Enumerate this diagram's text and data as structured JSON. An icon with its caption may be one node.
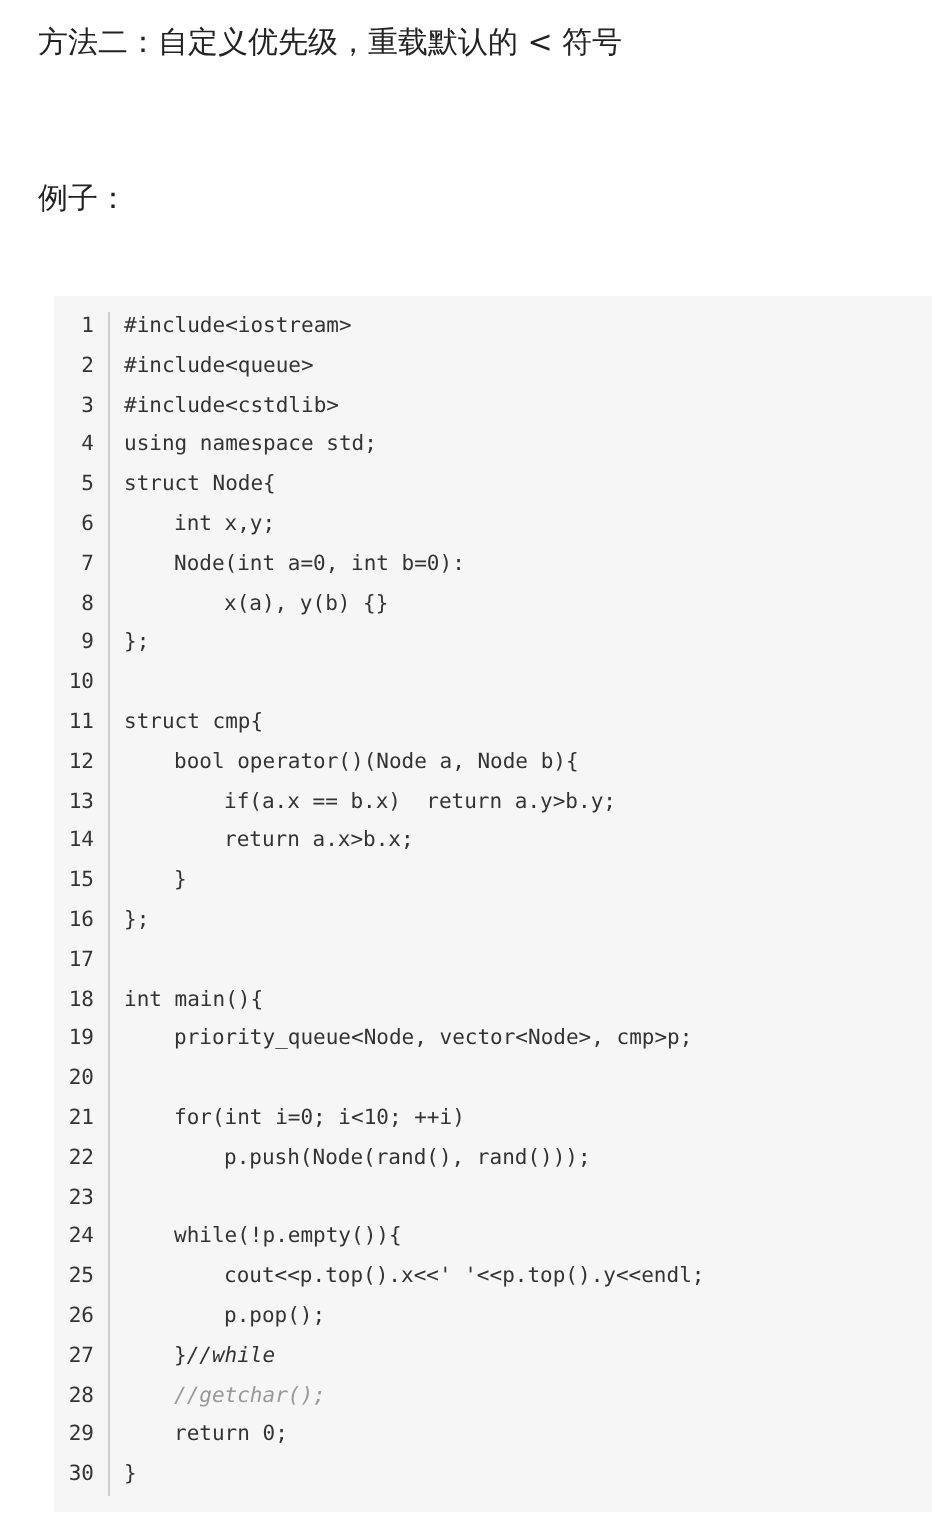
{
  "diagram": {
    "title": "方法二：自定义优先级，重载默认的 < 符号",
    "labels": [
      "例子：",
      "1",
      "#include<iostream>",
      "2",
      "#include<queue>",
      "3",
      "#include<cstdlib>",
      "4",
      "using namespace std;",
      "5",
      "struct Node{",
      "6",
      "int x,y;",
      "7",
      "Node(int a=0, int b=0):",
      "8",
      "x(a), y(b) {}",
      "9",
      "};",
      "10",
      "11",
      "struct cmp{",
      "12",
      "bool operator()(Node a, Node b){",
      "13",
      "if(a.x == b.x)  return a.y>b.y;",
      "14",
      "return a.x>b.x;",
      "15",
      "}",
      "16",
      "};",
      "17",
      "18",
      "int main(){",
      "19",
      "priority_queue<Node, vector<Node>, cmp>p;",
      "20",
      "21",
      "for(int i=0; i<10; ++i)",
      "22",
      "p.push(Node(rand(), rand()));",
      "23",
      "24",
      "while(!p.empty()){",
      "25",
      "cout<<p.top().x<<' '<<p.top().y<<endl;",
      "26",
      "p.pop();",
      "27",
      "}*//while*",
      "28",
      "//getchar();",
      "29",
      "return 0;",
      "30",
      "}"
    ]
  }
}
